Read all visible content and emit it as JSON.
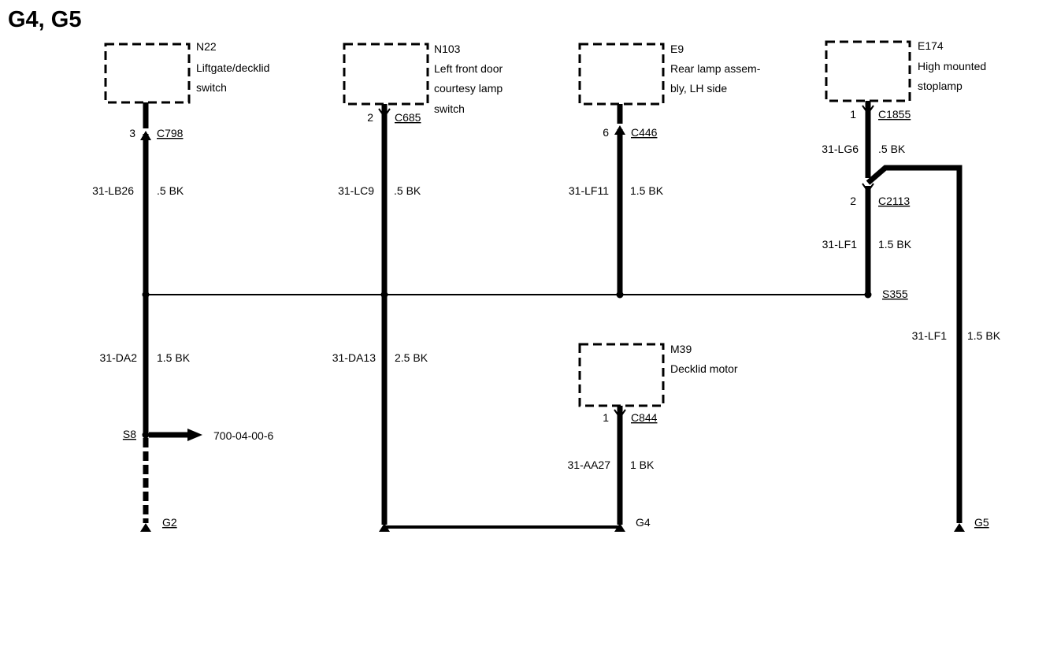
{
  "title": "G4, G5",
  "components": {
    "n22": {
      "id": "N22",
      "line1": "Liftgate/decklid",
      "line2": "switch"
    },
    "n103": {
      "id": "N103",
      "line1": "Left front door",
      "line2": "courtesy lamp",
      "line3": "switch"
    },
    "e9": {
      "id": "E9",
      "line1": "Rear lamp assem-",
      "line2": "bly, LH side"
    },
    "e174": {
      "id": "E174",
      "line1": "High mounted",
      "line2": "stoplamp"
    },
    "m39": {
      "id": "M39",
      "line1": "Decklid motor"
    }
  },
  "connectors": {
    "c798": {
      "pin": "3",
      "name": "C798"
    },
    "c685": {
      "pin": "2",
      "name": "C685"
    },
    "c446": {
      "pin": "6",
      "name": "C446"
    },
    "c1855": {
      "pin": "1",
      "name": "C1855"
    },
    "c2113": {
      "pin": "2",
      "name": "C2113"
    },
    "c844": {
      "pin": "1",
      "name": "C844"
    }
  },
  "wires": {
    "lb26": {
      "circuit": "31-LB26",
      "gauge": ".5 BK"
    },
    "lc9": {
      "circuit": "31-LC9",
      "gauge": ".5 BK"
    },
    "lf11": {
      "circuit": "31-LF11",
      "gauge": "1.5 BK"
    },
    "lg6": {
      "circuit": "31-LG6",
      "gauge": ".5 BK"
    },
    "lf1a": {
      "circuit": "31-LF1",
      "gauge": "1.5 BK"
    },
    "lf1b": {
      "circuit": "31-LF1",
      "gauge": "1.5 BK"
    },
    "da2": {
      "circuit": "31-DA2",
      "gauge": "1.5 BK"
    },
    "da13": {
      "circuit": "31-DA13",
      "gauge": "2.5 BK"
    },
    "aa27": {
      "circuit": "31-AA27",
      "gauge": "1 BK"
    }
  },
  "splices": {
    "s355": "S355",
    "s8": "S8",
    "s8_ref": "700-04-00-6"
  },
  "grounds": {
    "g2": "G2",
    "g4": "G4",
    "g5": "G5"
  }
}
